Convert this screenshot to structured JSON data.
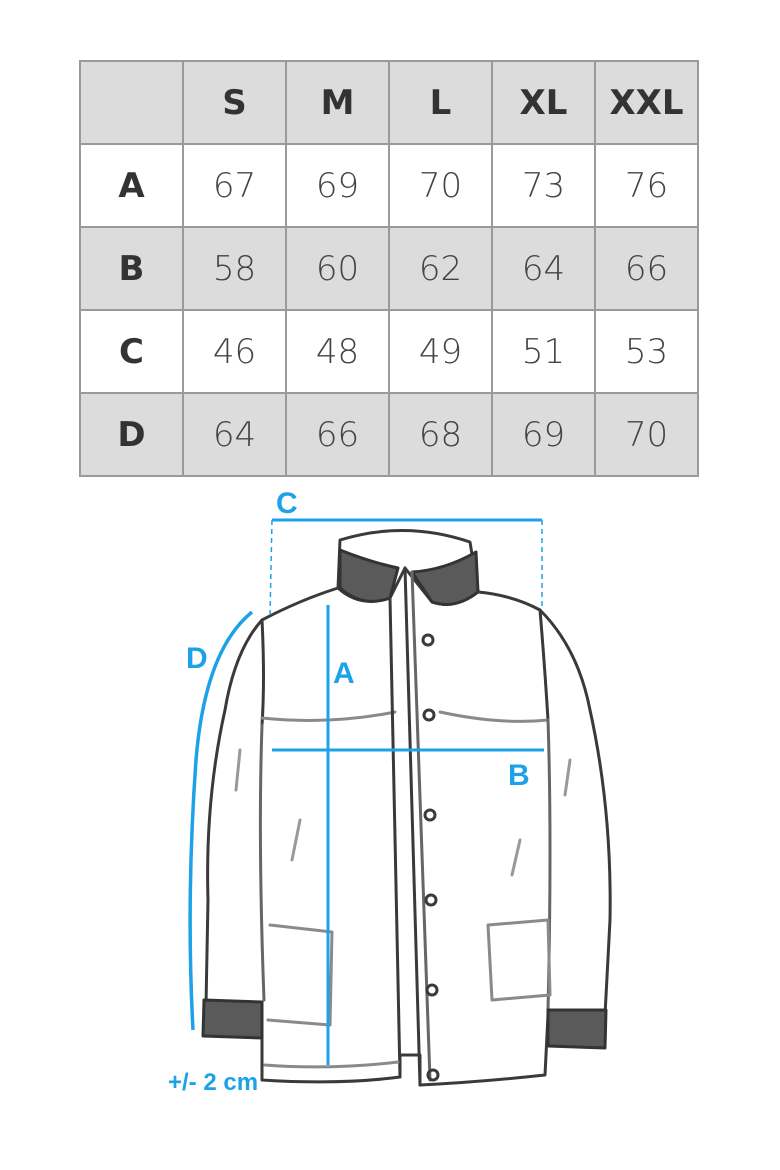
{
  "table": {
    "columns": [
      "S",
      "M",
      "L",
      "XL",
      "XXL"
    ],
    "rows": [
      {
        "label": "A",
        "values": [
          "67",
          "69",
          "70",
          "73",
          "76"
        ]
      },
      {
        "label": "B",
        "values": [
          "58",
          "60",
          "62",
          "64",
          "66"
        ]
      },
      {
        "label": "C",
        "values": [
          "46",
          "48",
          "49",
          "51",
          "53"
        ]
      },
      {
        "label": "D",
        "values": [
          "64",
          "66",
          "68",
          "69",
          "70"
        ]
      }
    ]
  },
  "diagram": {
    "labels": {
      "a": "A",
      "b": "B",
      "c": "C",
      "d": "D"
    },
    "tolerance": "+/- 2 cm",
    "accent_color": "#1da1e8",
    "garment_icon": "jacket-icon"
  }
}
